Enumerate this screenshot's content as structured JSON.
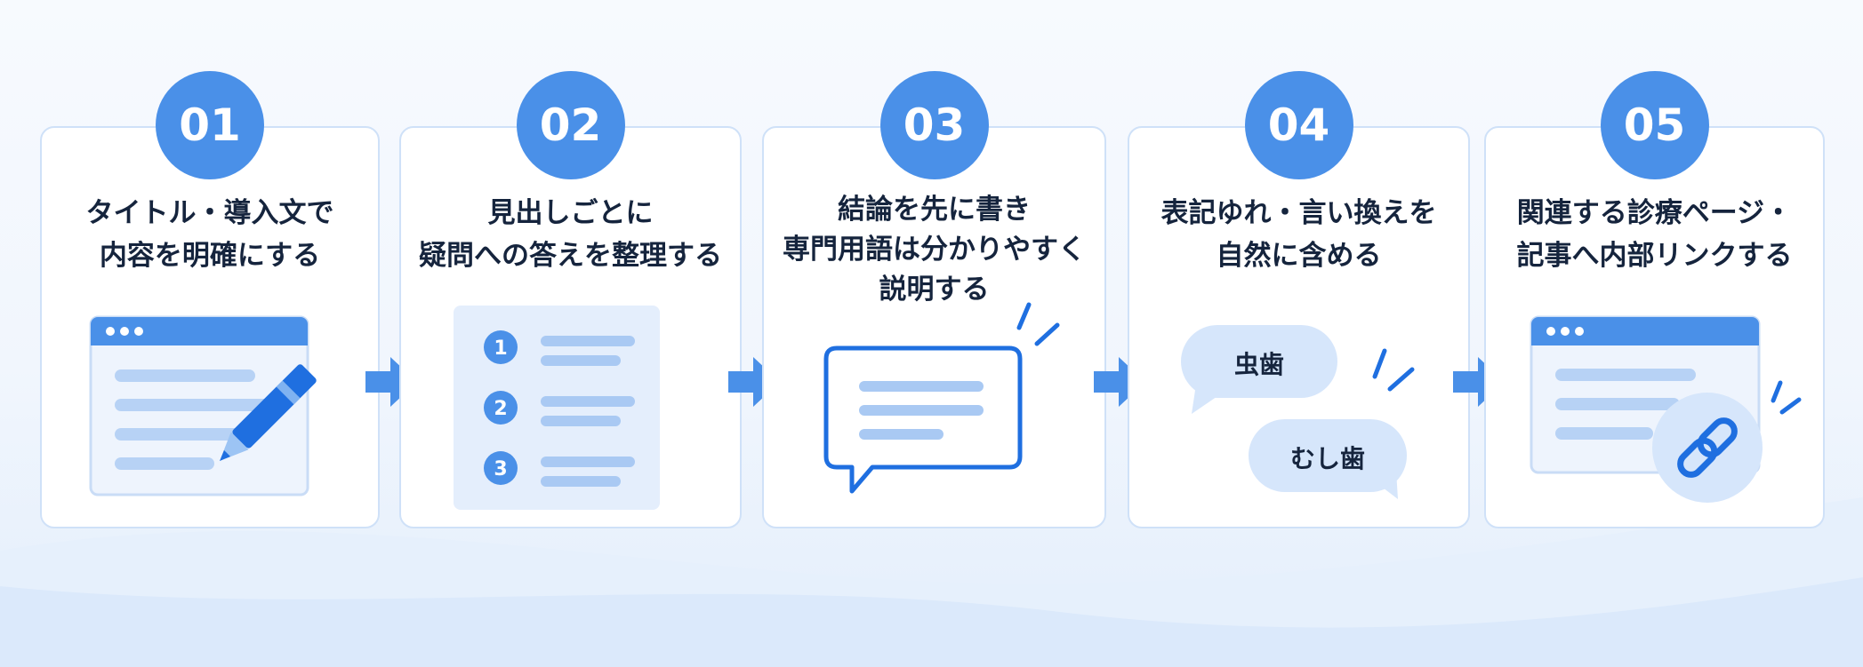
{
  "steps": [
    {
      "number": "01",
      "title": "タイトル・導入文で\n内容を明確にする"
    },
    {
      "number": "02",
      "title": "見出しごとに\n疑問への答えを整理する",
      "list_numbers": [
        "1",
        "2",
        "3"
      ]
    },
    {
      "number": "03",
      "title": "結論を先に書き\n専門用語は分かりやすく\n説明する"
    },
    {
      "number": "04",
      "title": "表記ゆれ・言い換えを\n自然に含める",
      "bubble_1": "虫歯",
      "bubble_2": "むし歯"
    },
    {
      "number": "05",
      "title": "関連する診療ページ・\n記事へ内部リンクする"
    }
  ],
  "colors": {
    "accent": "#4a90e8",
    "deep_blue": "#1f6fe0",
    "border": "#cfe1f8",
    "text": "#15243d"
  },
  "icons": [
    "browser-window-icon",
    "pencil-icon",
    "numbered-list-icon",
    "speech-bubble-icon",
    "chat-bubbles-icon",
    "link-icon",
    "arrow-right-icon"
  ]
}
